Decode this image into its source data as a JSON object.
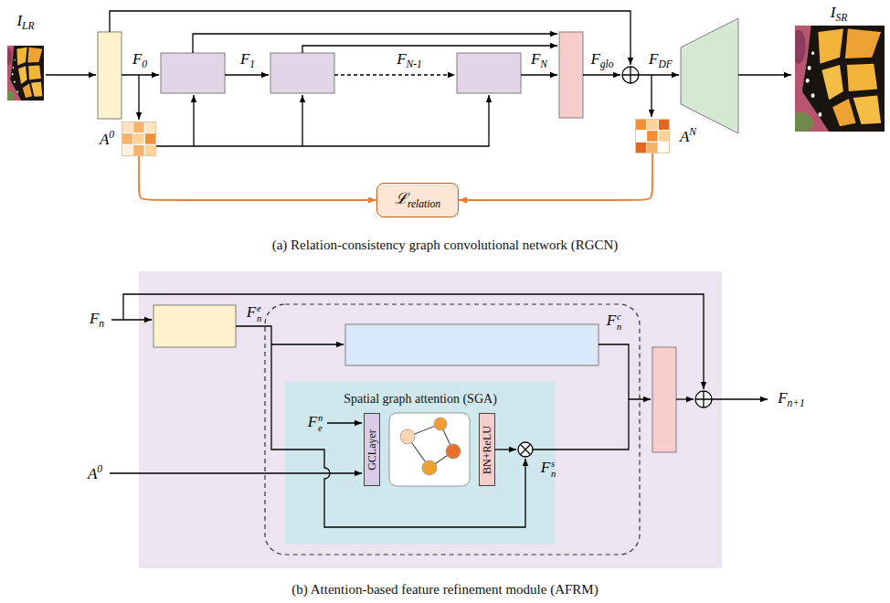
{
  "diagram": {
    "nodes": [
      {
        "text": [
          "A0"
        ]
      },
      {
        "text": [
          "AN"
        ]
      },
      {
        "text": [
          "ℒrelation"
        ]
      },
      {
        "text": [
          "Spatial graph attention (SGA)"
        ]
      },
      {
        "text": [
          "GCLayer"
        ],
        "in": 3
      },
      {
        "text": [
          "BN+ReLU"
        ],
        "in": 3
      }
    ],
    "edges": [
      {
        "from": 0,
        "to": 2,
        "arrow": "to"
      },
      {
        "from": 1,
        "to": 2,
        "arrow": "to"
      }
    ],
    "labels": [
      "ILR",
      "F0",
      "F1",
      "FN-1",
      "FN",
      "Fglo",
      "FDF",
      "ISR",
      "(a) Relation-consistency graph convolutional network (RGCN)",
      "Fn",
      "Fne",
      "Fnc",
      "Fen",
      "Fns",
      "A0",
      "Fn+1",
      "(b) Attention-based feature refinement module (AFRM)"
    ]
  }
}
